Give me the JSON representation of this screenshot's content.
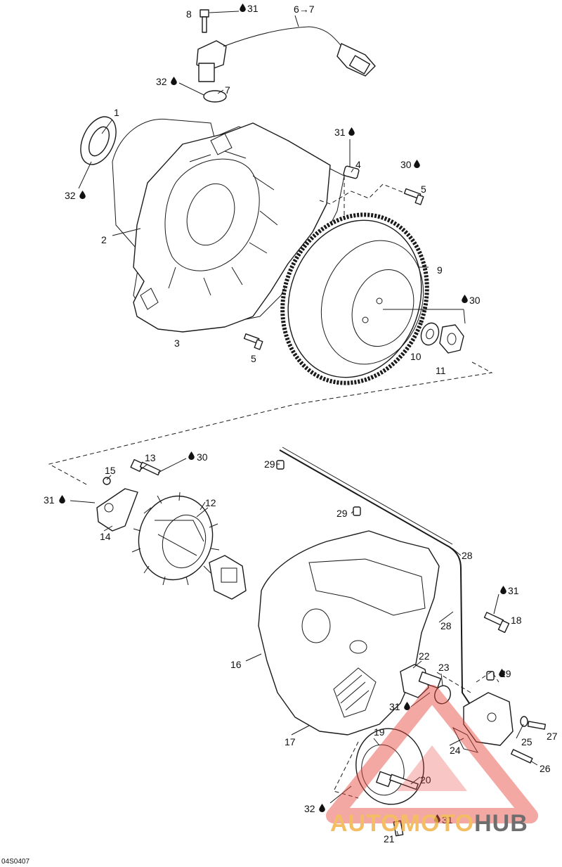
{
  "callouts": {
    "c8": "8",
    "c31_top": "31",
    "c6_7": "6→7",
    "c32_a": "32",
    "c7": "7",
    "c1": "1",
    "c31_b": "31",
    "c4": "4",
    "c30_a": "30",
    "c5_a": "5",
    "c32_b": "32",
    "c2": "2",
    "c9": "9",
    "c30_b": "30",
    "c3": "3",
    "c5_b": "5",
    "c10": "10",
    "c11": "11",
    "c13": "13",
    "c30_c": "30",
    "c29_a": "29",
    "c15": "15",
    "c31_c": "31",
    "c12": "12",
    "c14": "14",
    "c29_b": "29",
    "c28_a": "28",
    "c31_d": "31",
    "c18": "18",
    "c28_b": "28",
    "c16": "16",
    "c22": "22",
    "c23": "23",
    "c29_c": "29",
    "c31_e": "31",
    "c25": "25",
    "c27": "27",
    "c17": "17",
    "c19": "19",
    "c24": "24",
    "c26": "26",
    "c20": "20",
    "c32_c": "32",
    "c31_f": "31",
    "c21": "21"
  },
  "drawing_code": "04S0407",
  "watermark": {
    "part1": "AUTO",
    "part2": "MOTO",
    "part3": "HUB",
    "colors": {
      "primary": "#e8453c",
      "secondary": "#f2b24a",
      "dark": "#555555"
    }
  },
  "icons": {
    "sealant": "drop-icon"
  }
}
